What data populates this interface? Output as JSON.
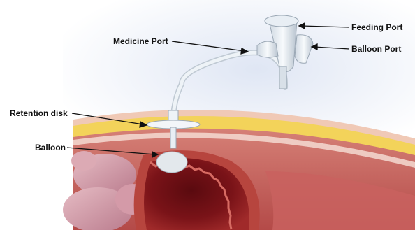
{
  "labels": {
    "feeding_port": "Feeding Port",
    "medicine_port": "Medicine Port",
    "balloon_port": "Balloon Port",
    "retention_disk": "Retention disk",
    "balloon": "Balloon"
  },
  "colors": {
    "background_glow": "#dfe6f4",
    "skin": "#f0c9b6",
    "fat_layer": "#f3d35a",
    "muscle": "#c8615e",
    "stomach_wall": "#b7453e",
    "stomach_lumen": "#6e0f14",
    "tube": "#e8eef4",
    "leader_line": "#111111"
  }
}
